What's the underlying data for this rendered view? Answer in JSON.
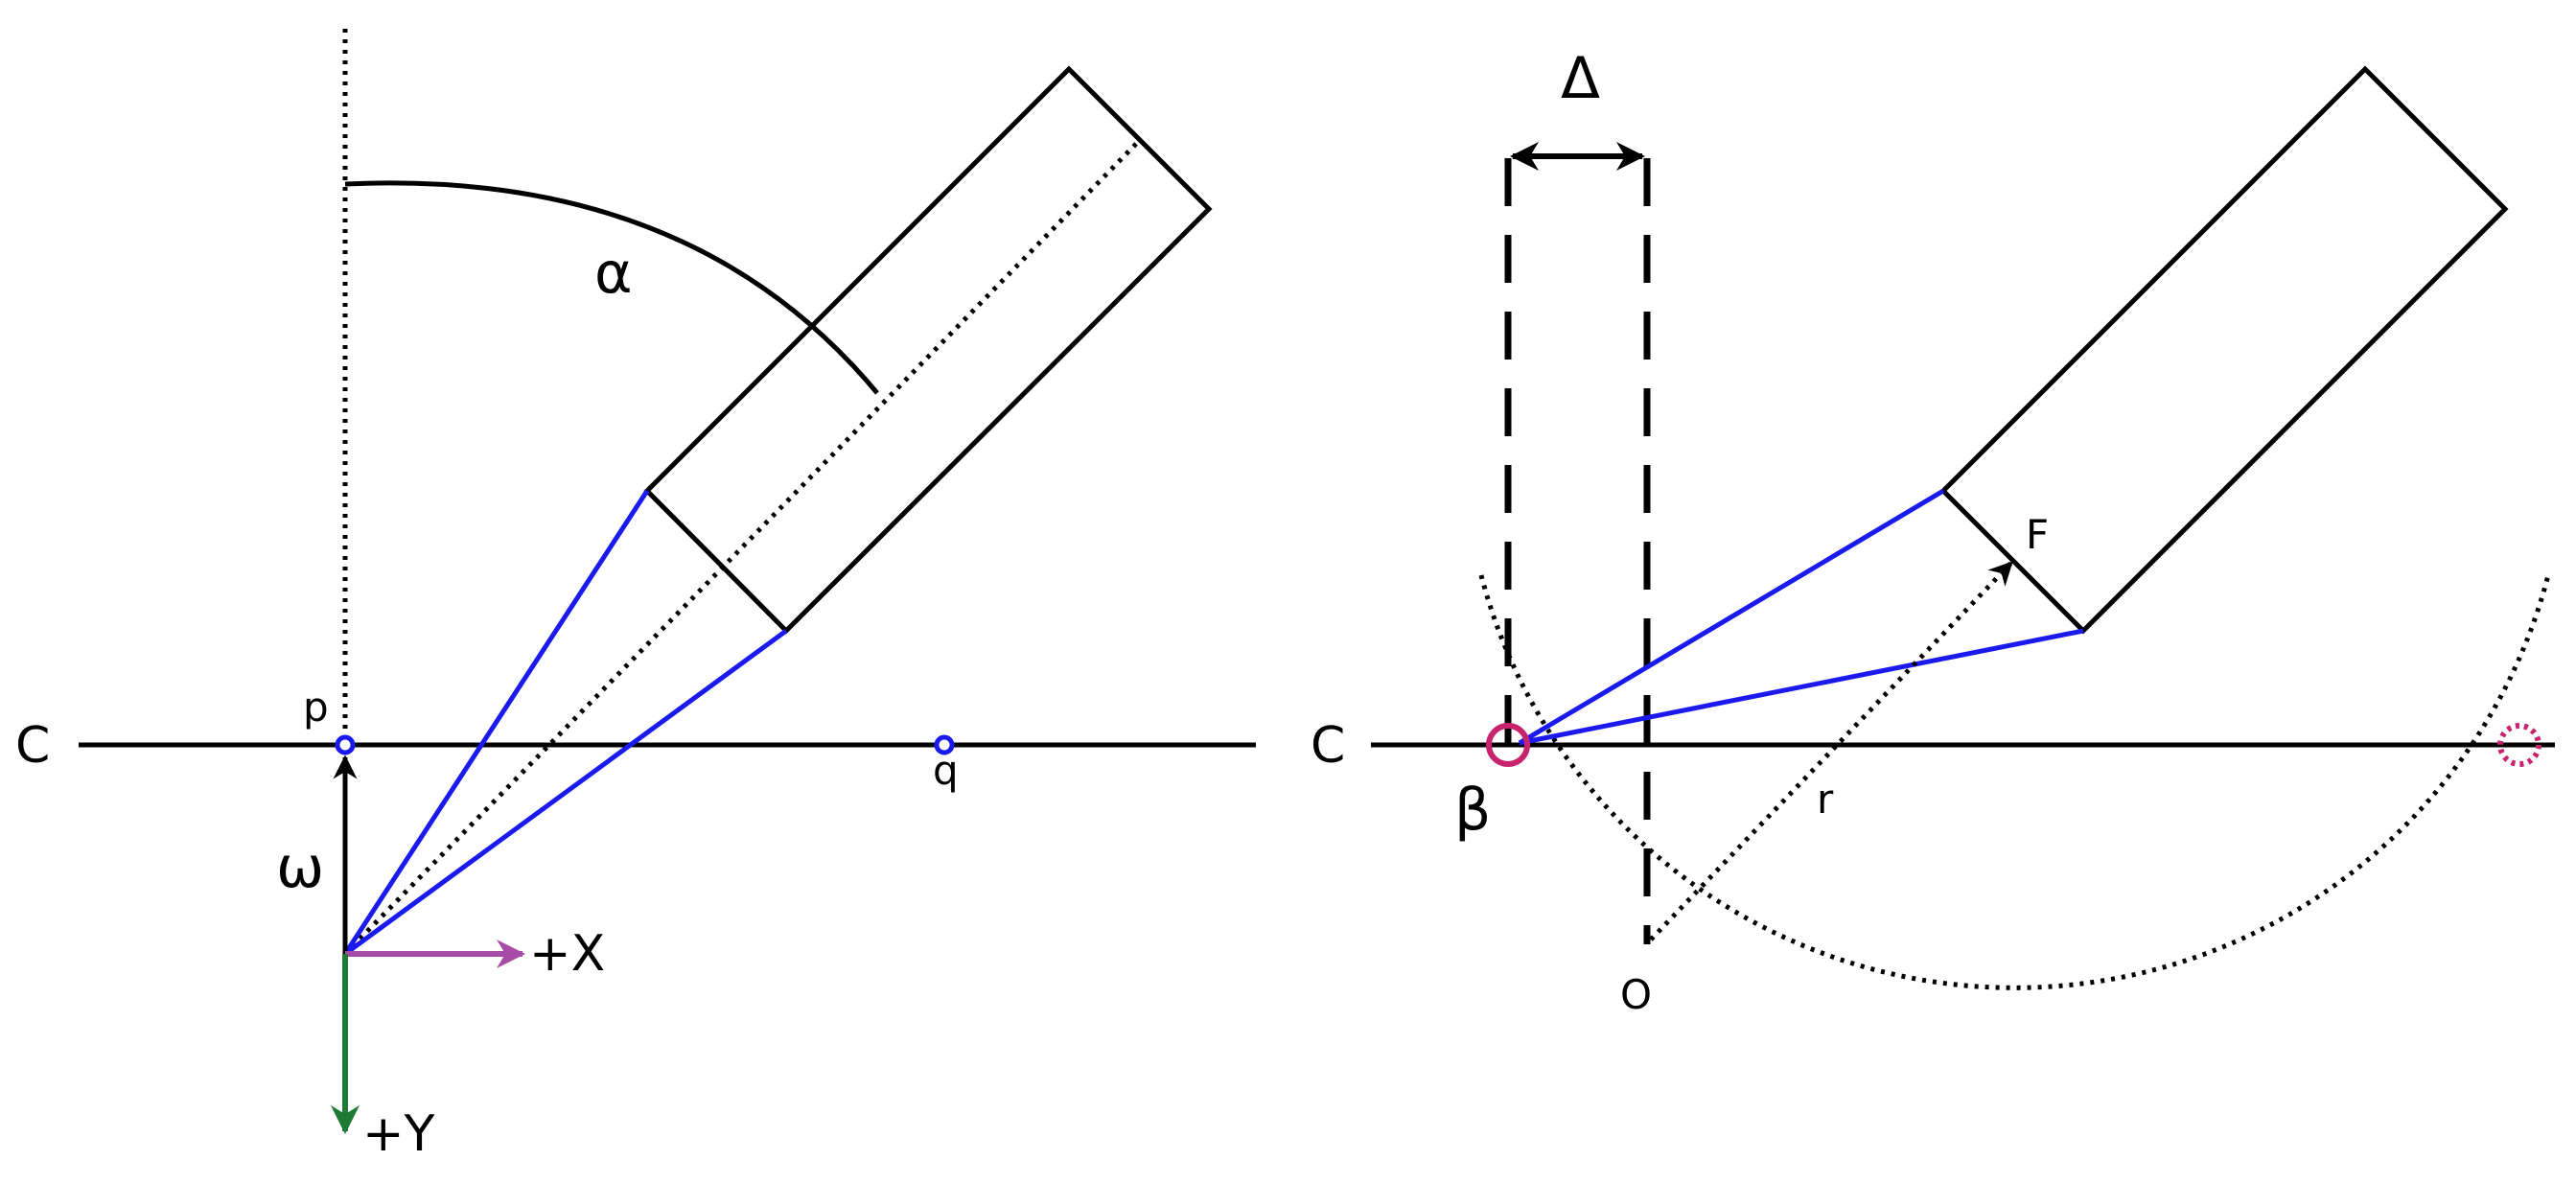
{
  "colors": {
    "line": "#000000",
    "beam": "#1a1aee",
    "point": "#1a1aee",
    "x_axis": "#a64ca6",
    "y_axis": "#1e7a34",
    "marker": "#c8246e"
  },
  "left_panel": {
    "labels": {
      "c": "C",
      "p": "p",
      "q": "q",
      "alpha": "α",
      "omega": "ω",
      "plus_x": "+X",
      "plus_y": "+Y"
    }
  },
  "right_panel": {
    "labels": {
      "c": "C",
      "delta": "Δ",
      "beta": "β",
      "f": "F",
      "r": "r",
      "o": "O"
    }
  }
}
